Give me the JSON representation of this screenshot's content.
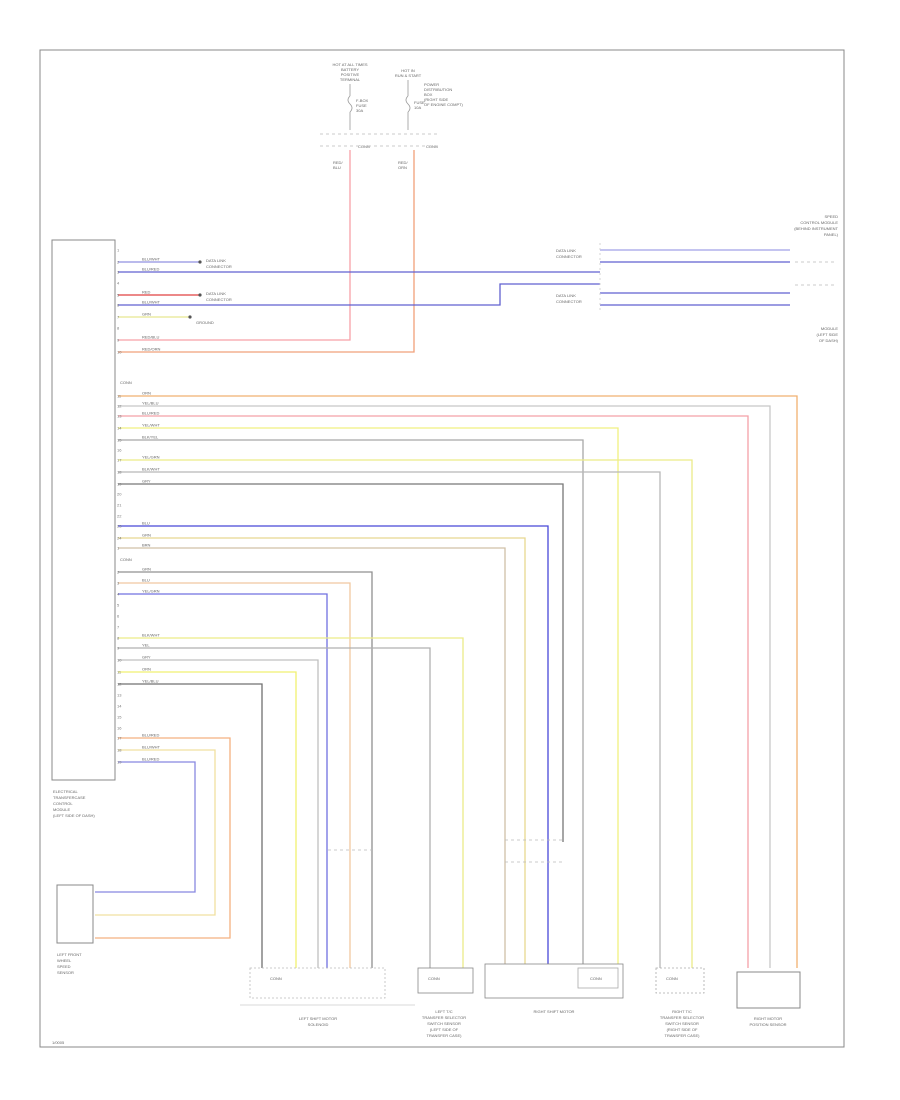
{
  "diagram": {
    "power_sources": [
      {
        "id": "src-left",
        "lines": [
          "HOT AT ALL TIMES",
          "BATTERY",
          "POSITIVE",
          "TERMINAL"
        ],
        "fuse": [
          "F-BOX",
          "FUSE",
          "30A"
        ],
        "conn": "CONN",
        "wire": [
          "RED/",
          "BLU"
        ]
      },
      {
        "id": "src-right",
        "lines": [
          "HOT IN",
          "RUN & START"
        ],
        "fuse": [
          "FUSE",
          "10A"
        ],
        "side": [
          "POWER",
          "DISTRIBUTION",
          "BOX",
          "(RIGHT SIDE",
          "OF ENGINE COMPT)"
        ],
        "conn": "CONN",
        "wire": [
          "RED/",
          "ORN"
        ]
      }
    ],
    "modules": {
      "main": [
        "ELECTRICAL",
        "TRANSFERCASE",
        "CONTROL",
        "MODULE",
        "(LEFT SIDE OF DASH)"
      ],
      "wheel_sensor": [
        "LEFT FRONT",
        "WHEEL",
        "SPEED",
        "SENSOR"
      ],
      "right_top": [
        "SPEED",
        "CONTROL MODULE",
        "(BEHIND INSTRUMENT",
        "PANEL)"
      ],
      "right_mid": [
        "MODULE",
        "(LEFT SIDE",
        "OF DASH)"
      ],
      "left_motor": [
        "LEFT SHIFT MOTOR",
        "SOLENOID"
      ],
      "left_sensor": [
        "LEFT T/C",
        "TRANSFER SELECTOR",
        "SWITCH SENSOR",
        "(LEFT SIDE OF",
        "TRANSFER CASE)"
      ],
      "right_motor": [
        "RIGHT SHIFT MOTOR"
      ],
      "right_sensor": [
        "RIGHT T/C",
        "TRANSFER SELECTOR",
        "SWITCH SENSOR",
        "(RIGHT SIDE OF",
        "TRANSFER CASE)"
      ],
      "right_pos": [
        "RIGHT MOTOR",
        "POSITION SENSOR"
      ]
    },
    "notes": [
      "DATA LINK",
      "CONNECTOR",
      "DATA LINK",
      "CONNECTOR",
      "GROUND"
    ],
    "connector_label": "CONN",
    "wire_labels": [
      "BLU/WHT",
      "BLU/RED",
      "RED",
      "BLU/WHT",
      "GRN",
      "RED/BLU",
      "RED/ORN",
      "ORN",
      "YEL/BLU",
      "BLU/RED",
      "YEL/WHT",
      "BLK/YEL",
      "YEL/GRN",
      "BLK/WHT",
      "GRY",
      "BLU",
      "GRN",
      "BRN",
      "GRN",
      "BLU",
      "YEL/GRN",
      "BLK/WHT",
      "YEL",
      "GRY",
      "ORN",
      "YEL/BLU",
      "BLU/RED"
    ],
    "footer_code": "1/0005"
  }
}
